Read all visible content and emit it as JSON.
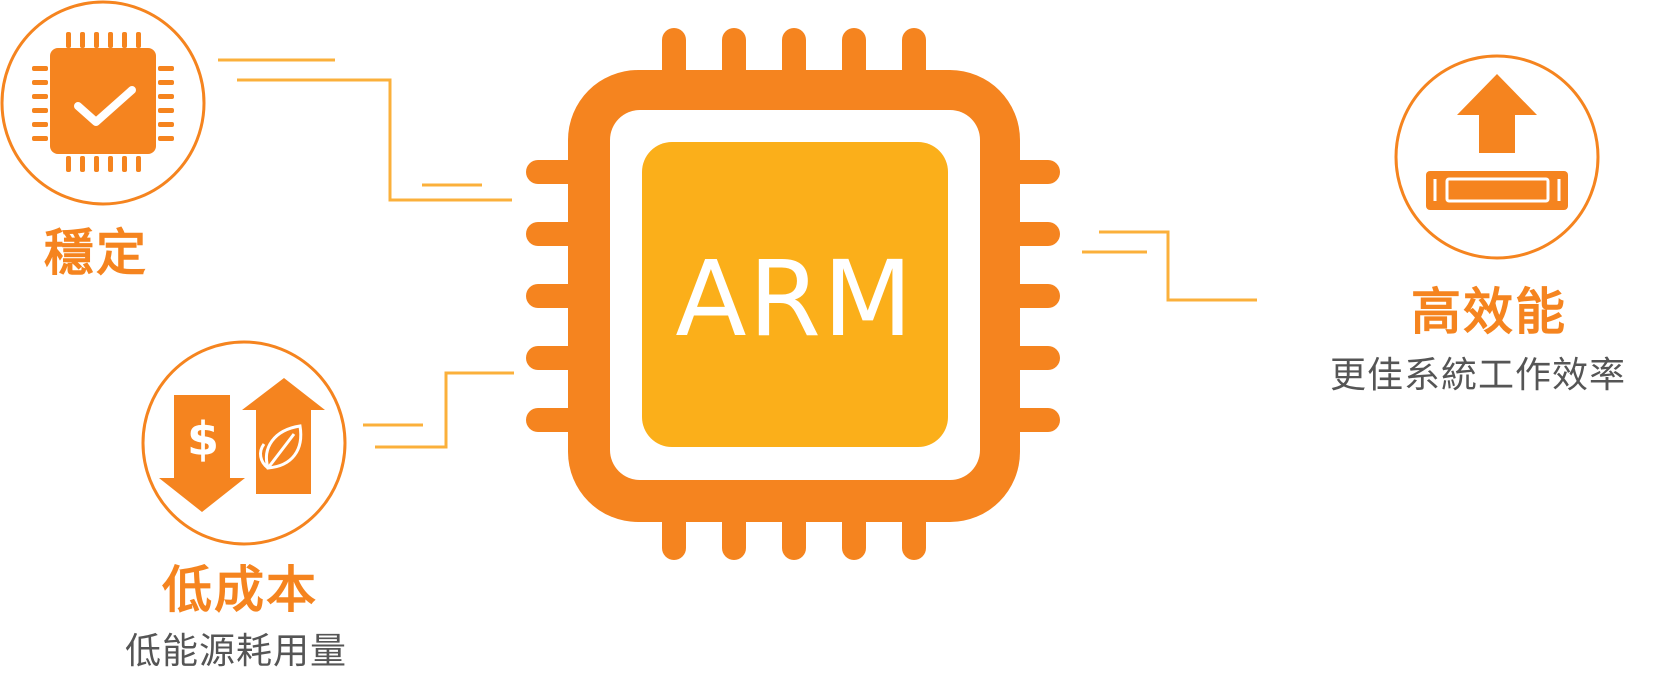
{
  "chip": {
    "label": "ARM"
  },
  "features": [
    {
      "title": "穩定",
      "subtitle": "",
      "icon": "chip-check-icon"
    },
    {
      "title": "低成本",
      "subtitle": "低能源耗用量",
      "icon": "dollar-leaf-arrows-icon"
    },
    {
      "title": "高效能",
      "subtitle": "更佳系統工作效率",
      "icon": "upload-bar-icon"
    }
  ],
  "colors": {
    "orange": "#f5841f",
    "yellow": "#fbaf1a",
    "connector": "#fbb03b",
    "subtitle": "#555555"
  }
}
